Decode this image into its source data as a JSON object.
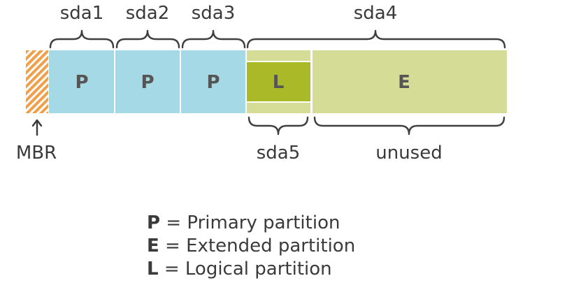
{
  "colors": {
    "primary": "#a6d9e6",
    "extended": "#d4dc95",
    "logical": "#aab927",
    "mbr": "#f0a04a",
    "divider": "#ffffff",
    "text": "#3a3a3a"
  },
  "labels": {
    "sda1": "sda1",
    "sda2": "sda2",
    "sda3": "sda3",
    "sda4": "sda4",
    "sda5": "sda5",
    "unused": "unused",
    "mbr": "MBR"
  },
  "blocks": {
    "p1": "P",
    "p2": "P",
    "p3": "P",
    "l": "L",
    "e": "E"
  },
  "legend": [
    {
      "key": "P",
      "text": "= Primary partition"
    },
    {
      "key": "E",
      "text": "= Extended partition"
    },
    {
      "key": "L",
      "text": "= Logical partition"
    }
  ]
}
